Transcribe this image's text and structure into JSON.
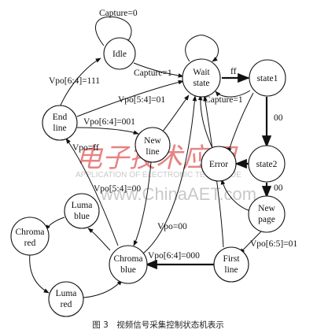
{
  "nodes": {
    "idle": "Idle",
    "wait1": "Wait",
    "wait2": "state",
    "state1": "state1",
    "endline1": "End",
    "endline2": "line",
    "newline1": "New",
    "newline2": "line",
    "error": "Error",
    "state2": "state2",
    "lumablue1": "Luma",
    "lumablue2": "blue",
    "chromared1": "Chroma",
    "chromared2": "red",
    "chromablue1": "Chroma",
    "chromablue2": "blue",
    "lumared1": "Luma",
    "lumared2": "red",
    "newpage1": "New",
    "newpage2": "page",
    "firstline1": "First",
    "firstline2": "line"
  },
  "edges": {
    "capture0": "Capture=0",
    "capture1_idle": "Capture=1",
    "ff": "ff",
    "capture1_state1": "Capture=1",
    "vpo64_111": "Vpo[6:4]=111",
    "vpo54_01": "Vpo[5:4]=01",
    "vpo64_001": "Vpo[6:4]=001",
    "vpo_ff": "Vpo=ff",
    "oo_state1": "00",
    "oo_state2": "00",
    "vpo54_00": "Vpo[5:4]=00",
    "vpo_00": "Vpo=00",
    "vpo65_01": "Vpo[6:5]=01",
    "vpo64_000": "Vpo[6:4]=000"
  },
  "watermark": {
    "line1": "电子技术应用",
    "line2": "APPLICATION OF ELECTRONIC TECHNIQUE",
    "line3": "www.ChinaAET.com"
  },
  "caption": "图 3　视频信号采集控制状态机表示"
}
